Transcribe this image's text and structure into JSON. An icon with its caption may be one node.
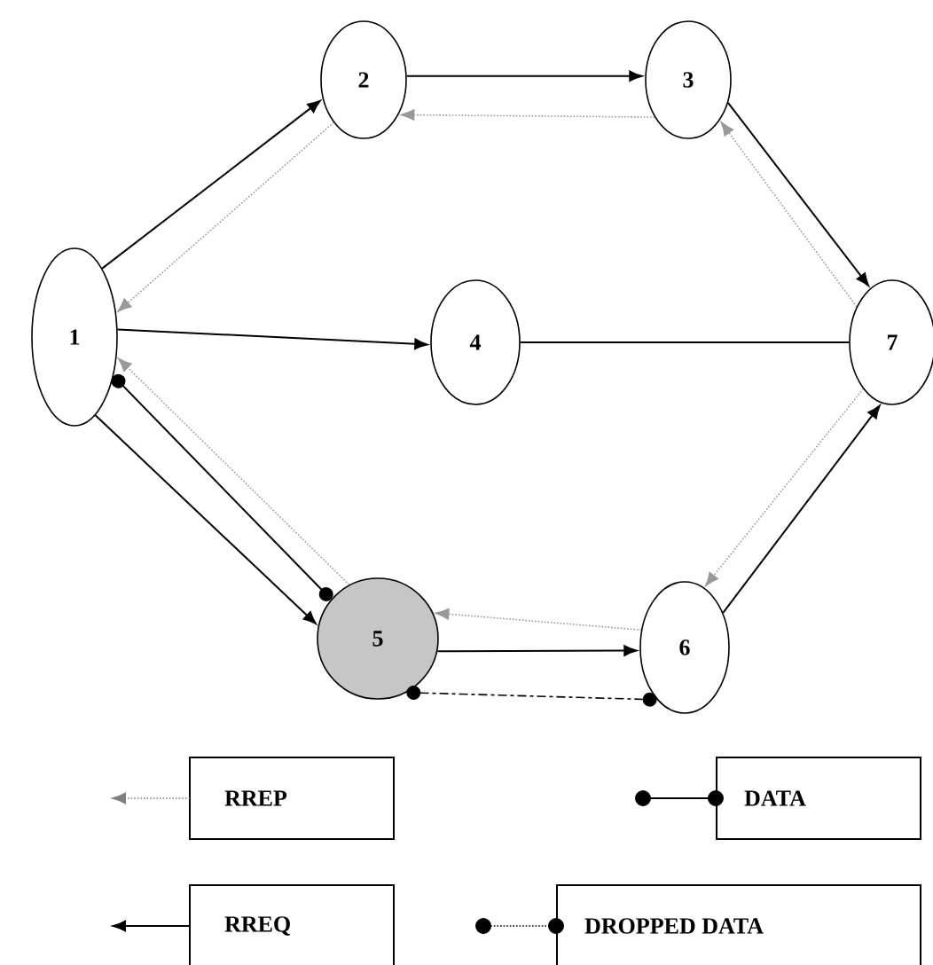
{
  "diagram": {
    "nodes": [
      {
        "text": [
          "1"
        ]
      },
      {
        "text": [
          "2"
        ]
      },
      {
        "text": [
          "3"
        ]
      },
      {
        "text": [
          "4"
        ]
      },
      {
        "text": [
          "5"
        ]
      },
      {
        "text": [
          "6"
        ]
      },
      {
        "text": [
          "7"
        ]
      }
    ],
    "edges": [
      {
        "from": 0,
        "to": 1,
        "arrow": "to"
      },
      {
        "from": 1,
        "to": 0,
        "arrow": "to",
        "style": "dashed",
        "color": "#999999"
      },
      {
        "from": 1,
        "to": 2,
        "arrow": "to"
      },
      {
        "from": 2,
        "to": 1,
        "arrow": "to",
        "style": "dashed",
        "color": "#999999"
      },
      {
        "from": 2,
        "to": 6,
        "arrow": "to"
      },
      {
        "from": 6,
        "to": 2,
        "arrow": "to",
        "style": "dashed",
        "color": "#999999"
      },
      {
        "from": 0,
        "to": 3,
        "arrow": "to"
      },
      {
        "from": 3,
        "to": 6,
        "arrow": "none"
      },
      {
        "from": 0,
        "to": 4,
        "arrow": "to"
      },
      {
        "from": 4,
        "to": 0,
        "arrow": "to",
        "style": "dashed",
        "color": "#999999"
      },
      {
        "from": 0,
        "to": 4,
        "arrow": "other"
      },
      {
        "from": 4,
        "to": 5,
        "arrow": "to"
      },
      {
        "from": 5,
        "to": 4,
        "arrow": "to",
        "style": "dashed",
        "color": "#999999"
      },
      {
        "from": 6,
        "to": 5,
        "arrow": "to",
        "style": "dashed",
        "color": "#999999"
      },
      {
        "from": 5,
        "to": 6,
        "arrow": "to"
      },
      {
        "from": 4,
        "to": 5,
        "arrow": "other",
        "style": "dashed"
      }
    ],
    "legend": [
      {
        "text": "RREP"
      },
      {
        "text": "DATA"
      },
      {
        "text": "RREQ"
      },
      {
        "text": "DROPPED DATA"
      }
    ]
  }
}
